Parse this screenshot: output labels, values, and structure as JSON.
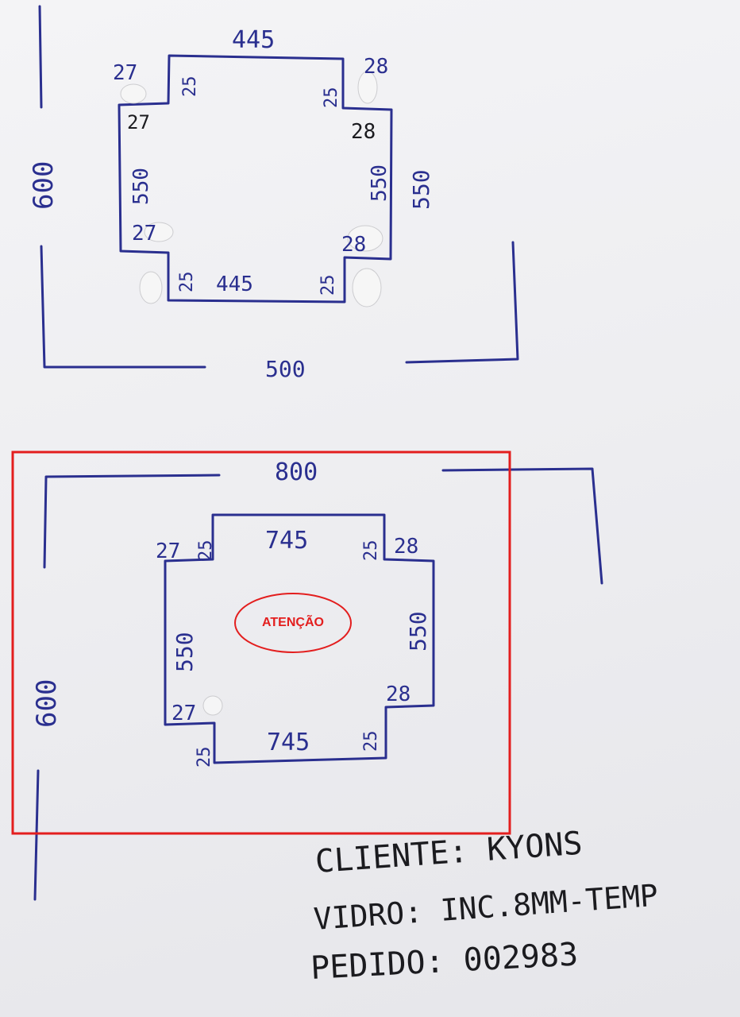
{
  "drawing_top": {
    "overall_height": "600",
    "overall_width": "500",
    "top_edge": "445",
    "bottom_edge": "445",
    "left_edge": "550",
    "right_edge_inner": "550",
    "right_edge_outer": "550",
    "notch_top_left_w": "27",
    "notch_top_left_h": "25",
    "notch_top_right_w": "28",
    "notch_top_right_h": "25",
    "notch_bottom_left_w": "27",
    "notch_bottom_left_h": "25",
    "notch_bottom_right_w": "28",
    "notch_bottom_right_h": "25",
    "left_small_label": "27",
    "right_small_label": "28"
  },
  "drawing_bottom": {
    "overall_height": "600",
    "overall_width": "800",
    "top_edge": "745",
    "bottom_edge": "745",
    "left_edge": "550",
    "right_edge": "550",
    "notch_top_left_w": "27",
    "notch_top_left_h": "25",
    "notch_top_right_w": "28",
    "notch_top_right_h": "25",
    "notch_bottom_left_w": "27",
    "notch_bottom_left_h": "25",
    "notch_bottom_right_w": "28",
    "notch_bottom_right_h": "25",
    "attention_label": "ATENÇÃO"
  },
  "order_info": {
    "client_line": "CLIENTE: KYONS",
    "glass_line": "VIDRO: INC.8MM-TEMP",
    "order_line": "PEDIDO: 002983"
  },
  "colors": {
    "ink_blue": "#2a2f8f",
    "ink_black": "#1b1b1f",
    "highlight_red": "#e31e1e"
  }
}
